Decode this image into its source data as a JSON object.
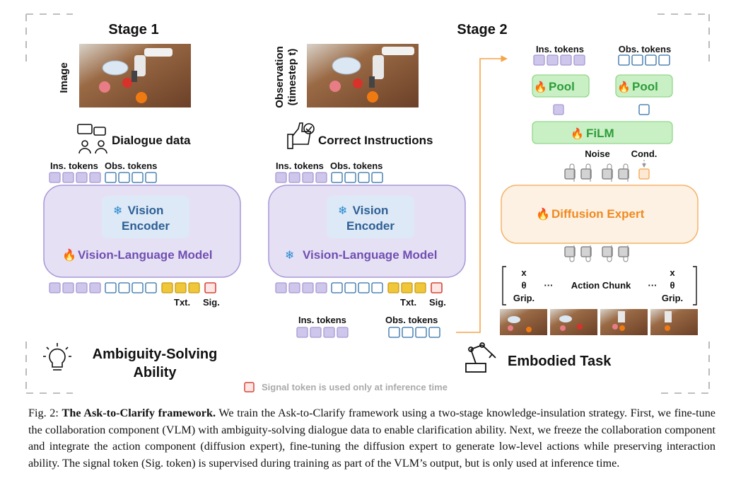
{
  "stage1": {
    "title": "Stage 1",
    "image_label": "Image",
    "dialogue_label": "Dialogue data",
    "ins_tokens": "Ins. tokens",
    "obs_tokens": "Obs. tokens",
    "vision_encoder_line1": "Vision",
    "vision_encoder_line2": "Encoder",
    "vlm_label": "Vision-Language Model",
    "txt_label": "Txt.",
    "sig_label": "Sig.",
    "ability_line1": "Ambiguity-Solving",
    "ability_line2": "Ability"
  },
  "middle": {
    "observation_line1": "Observation",
    "observation_line2": "(timestep t)",
    "correct_label": "Correct Instructions",
    "ins_tokens": "Ins. tokens",
    "obs_tokens": "Obs. tokens",
    "vision_encoder_line1": "Vision",
    "vision_encoder_line2": "Encoder",
    "vlm_label": "Vision-Language Model",
    "txt_label": "Txt.",
    "sig_label": "Sig.",
    "bottom_ins": "Ins. tokens",
    "bottom_obs": "Obs. tokens"
  },
  "stage2": {
    "title": "Stage 2",
    "ins_tokens": "Ins. tokens",
    "obs_tokens": "Obs. tokens",
    "pool1": "Pool",
    "pool2": "Pool",
    "film": "FiLM",
    "noise": "Noise",
    "cond": "Cond.",
    "diffusion": "Diffusion Expert",
    "left_x": "x",
    "left_theta": "θ",
    "left_grip": "Grip.",
    "right_x": "x",
    "right_theta": "θ",
    "right_grip": "Grip.",
    "dots_left": "···",
    "dots_right": "···",
    "action_chunk": "Action Chunk",
    "embodied": "Embodied Task"
  },
  "legend": "Signal token is used only at inference time",
  "caption": {
    "prefix": "Fig. 2: ",
    "title": "The Ask-to-Clarify framework.",
    "text": " We train the Ask-to-Clarify framework using a two-stage knowledge-insulation strategy. First, we fine-tune the collaboration component (VLM) with ambiguity-solving dialogue data to enable clarification ability. Next, we freeze the collaboration component and integrate the action component (diffusion expert), fine-tuning the diffusion expert to generate low-level actions while preserving interaction ability. The signal token (Sig. token) is supervised during training as part of the VLM’s output, but is only used at inference time."
  },
  "colors": {
    "purple_token": "#cfc6ec",
    "blue_token": "#2f6ea6",
    "yellow_token": "#f0c63a",
    "red_token": "#d6453a",
    "vlm_fill": "#e6e0f5",
    "encoder_fill": "#dde9f6",
    "green_fill": "#c9efc4",
    "diffusion_fill": "#fdf1e3",
    "orange": "#f5a44a"
  }
}
